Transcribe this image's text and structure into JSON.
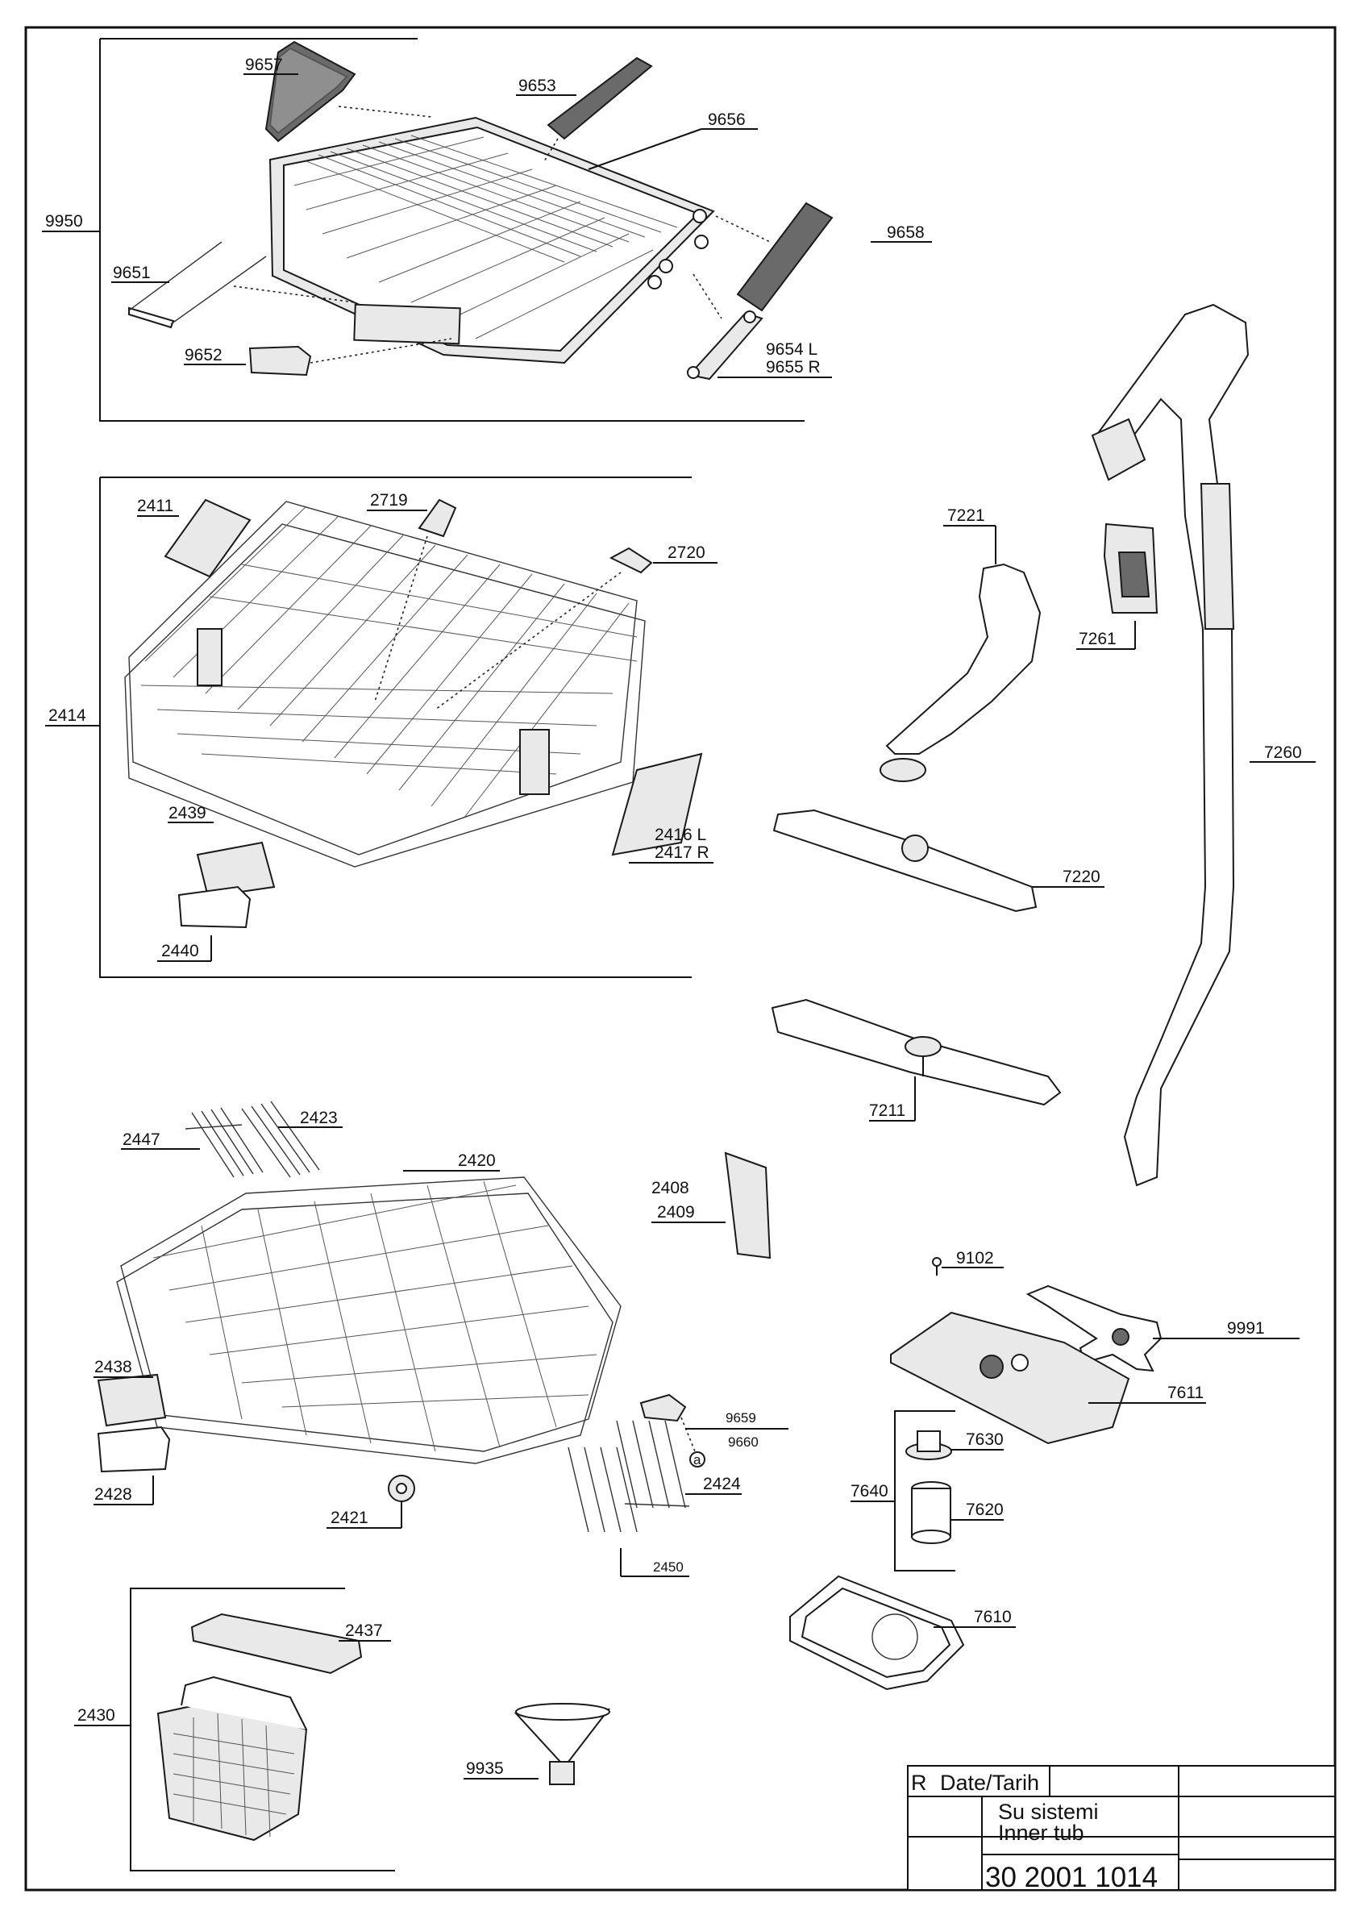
{
  "drawing": {
    "labels": {
      "l9950": "9950",
      "l9657": "9657",
      "l9653": "9653",
      "l9656": "9656",
      "l9658": "9658",
      "l9651": "9651",
      "l9652": "9652",
      "l9654": "9654 L",
      "l9655": "9655 R",
      "l2414": "2414",
      "l2411": "2411",
      "l2719": "2719",
      "l2720": "2720",
      "l2416": "2416 L",
      "l2417": "2417 R",
      "l2439": "2439",
      "l2440": "2440",
      "l7221": "7221",
      "l7261": "7261",
      "l7260": "7260",
      "l7220": "7220",
      "l7211": "7211",
      "l2447": "2447",
      "l2423": "2423",
      "l2420": "2420",
      "l2408": "2408",
      "l2409": "2409",
      "l2438": "2438",
      "l2428": "2428",
      "l2421": "2421",
      "l9659": "9659",
      "l9660": "9660",
      "la": "a",
      "l2424": "2424",
      "l2450": "2450",
      "l9102": "9102",
      "l9991": "9991",
      "l7611": "7611",
      "l7630": "7630",
      "l7640": "7640",
      "l7620": "7620",
      "l7610": "7610",
      "l2430": "2430",
      "l2437": "2437",
      "l9935": "9935"
    }
  },
  "title_block": {
    "revision": "R",
    "date_label": "Date/Tarih",
    "name_tr": "Su sistemi",
    "name_en": "Inner tub",
    "drawing_number": "30 2001 1014"
  }
}
